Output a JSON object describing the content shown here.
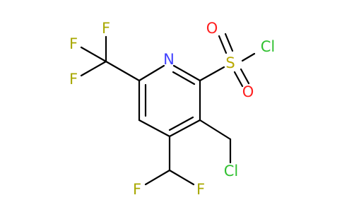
{
  "molecule": {
    "atoms": {
      "n1": {
        "label": "N",
        "color": "#4040ff"
      },
      "f1": {
        "label": "F",
        "color": "#a8a800"
      },
      "f2": {
        "label": "F",
        "color": "#a8a800"
      },
      "f3": {
        "label": "F",
        "color": "#a8a800"
      },
      "s1": {
        "label": "S",
        "color": "#b8a800"
      },
      "o1": {
        "label": "O",
        "color": "#ff2020"
      },
      "o2": {
        "label": "O",
        "color": "#ff2020"
      },
      "cl1": {
        "label": "Cl",
        "color": "#30c030"
      },
      "cl2": {
        "label": "Cl",
        "color": "#30c030"
      },
      "f4": {
        "label": "F",
        "color": "#a8a800"
      },
      "f5": {
        "label": "F",
        "color": "#a8a800"
      }
    }
  }
}
